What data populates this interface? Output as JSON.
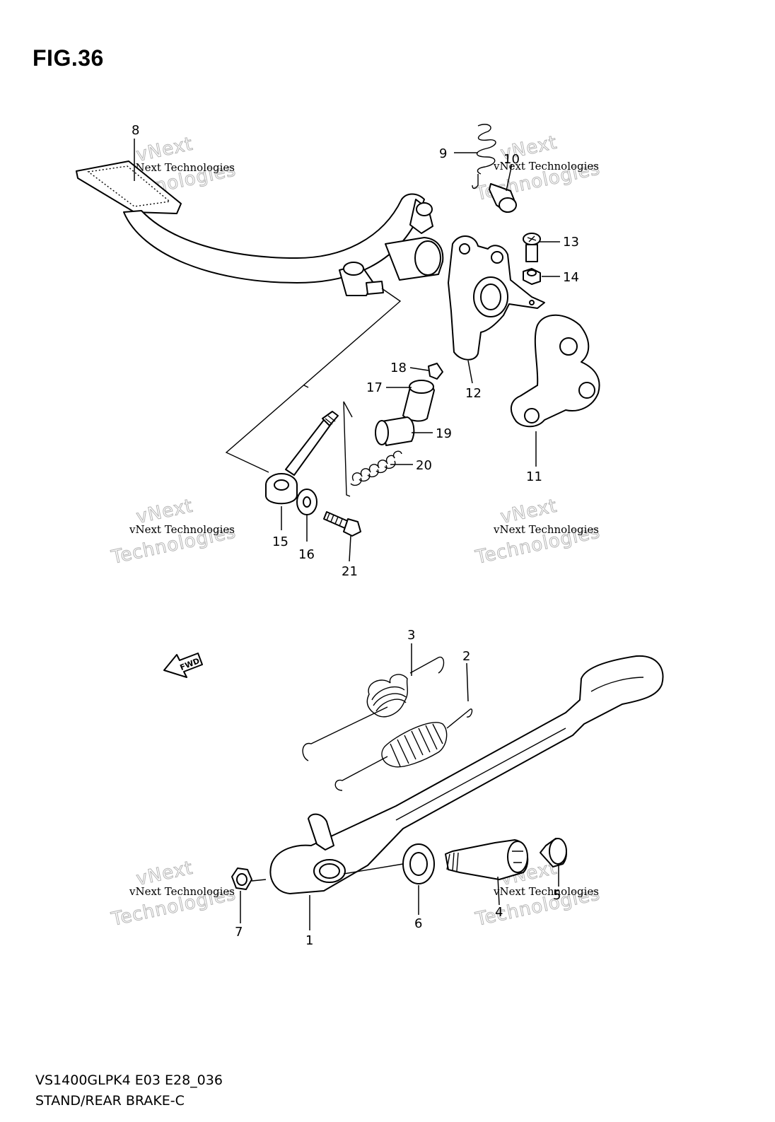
{
  "figure": {
    "title": "FIG.36",
    "model_code": "VS1400GLPK4 E03 E28_036",
    "subtitle": "STAND/REAR BRAKE-C"
  },
  "watermark": {
    "line1": "vNext Technologies",
    "brand_top": "vNext",
    "brand_bottom": "Technologies"
  },
  "fwd_label": "FWD",
  "callouts": {
    "c1": "1",
    "c2": "2",
    "c3": "3",
    "c4": "4",
    "c5": "5",
    "c6": "6",
    "c7": "7",
    "c8": "8",
    "c9": "9",
    "c10": "10",
    "c11": "11",
    "c12": "12",
    "c13": "13",
    "c14": "14",
    "c15": "15",
    "c16": "16",
    "c17": "17",
    "c18": "18",
    "c19": "19",
    "c20": "20",
    "c21": "21"
  }
}
